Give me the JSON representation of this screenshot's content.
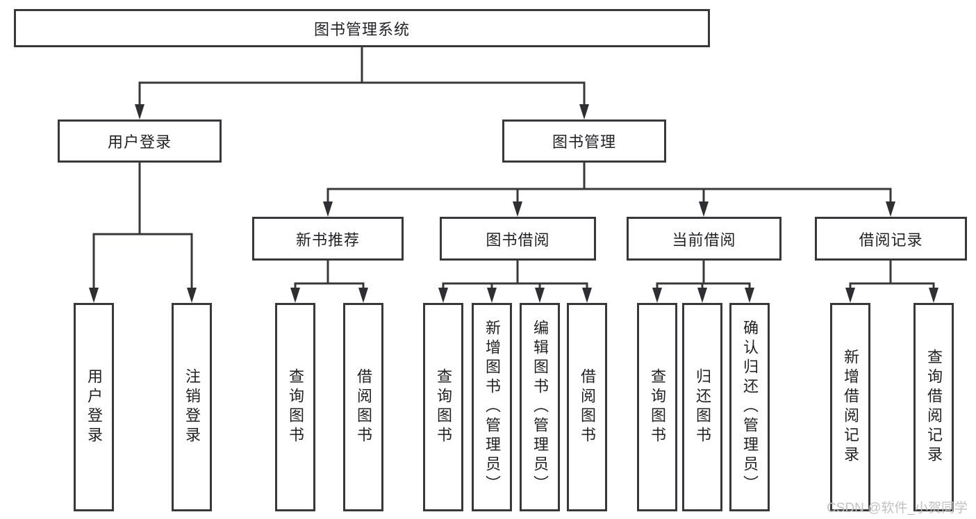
{
  "tree": {
    "root": "图书管理系统",
    "branches": [
      {
        "label": "用户登录",
        "leaves": [
          "用户登录",
          "注销登录"
        ]
      },
      {
        "label": "图书管理",
        "groups": [
          {
            "label": "新书推荐",
            "leaves": [
              "查询图书",
              "借阅图书"
            ]
          },
          {
            "label": "图书借阅",
            "leaves": [
              "查询图书",
              "新增图书（管理员）",
              "编辑图书（管理员）",
              "借阅图书"
            ]
          },
          {
            "label": "当前借阅",
            "leaves": [
              "查询图书",
              "归还图书",
              "确认归还（管理员）"
            ]
          },
          {
            "label": "借阅记录",
            "leaves": [
              "新增借阅记录",
              "查询借阅记录"
            ]
          }
        ]
      }
    ]
  },
  "watermark": {
    "text": "CSDN @软件_小贺同学",
    "color": "#c2c2c2"
  },
  "colors": {
    "line": "#38383c",
    "text": "#222226",
    "box_background": "#ffffff",
    "page_background": "#ffffff"
  }
}
